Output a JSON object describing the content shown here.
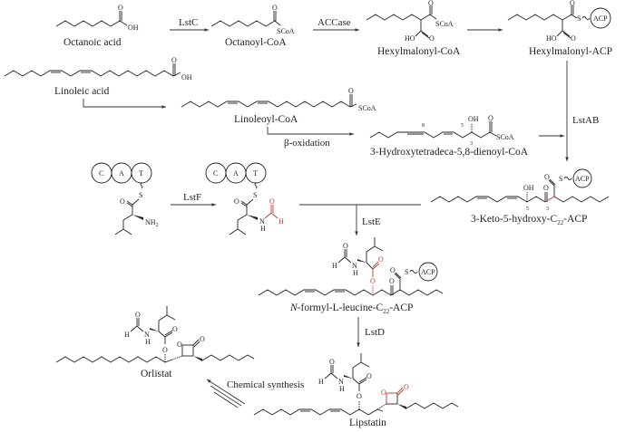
{
  "compounds": {
    "octanoic_acid": "Octanoic acid",
    "octanoyl_coa": "Octanoyl-CoA",
    "hexylmalonyl_coa": "Hexylmalonyl-CoA",
    "hexylmalonyl_acp": "Hexylmalonyl-ACP",
    "linoleic_acid": "Linoleic acid",
    "linoleoyl_coa": "Linoleoyl-CoA",
    "hydroxy_coa": "3-Hydroxytetradeca-5,8-dienoyl-CoA",
    "keto_acp_prefix": "3-Keto-5-hydroxy-C",
    "keto_acp_sub": "22",
    "keto_acp_suffix": "-ACP",
    "nformyl_italic": "N",
    "nformyl_mid": "-formyl-L-leucine-C",
    "nformyl_sub": "22",
    "nformyl_suffix": "-ACP",
    "orlistat": "Orlistat",
    "lipstatin": "Lipstatin"
  },
  "enzymes": {
    "lstc": "LstC",
    "accase": "ACCase",
    "beta_ox": "β-oxidation",
    "lstab": "LstAB",
    "lstf": "LstF",
    "lste": "LstE",
    "lstd": "LstD",
    "chem": "Chemical synthesis"
  },
  "atoms": {
    "O": "O",
    "OH": "OH",
    "HO": "HO",
    "SCoA": "SCoA",
    "S": "S",
    "ACP": "ACP",
    "C": "C",
    "A": "A",
    "T": "T",
    "NH2": "NH",
    "two": "2",
    "N": "N",
    "H": "H"
  },
  "locants": {
    "n8": "8",
    "n5": "5",
    "n3": "3"
  },
  "colors": {
    "highlight": "#c0392b",
    "ink": "#222222"
  }
}
